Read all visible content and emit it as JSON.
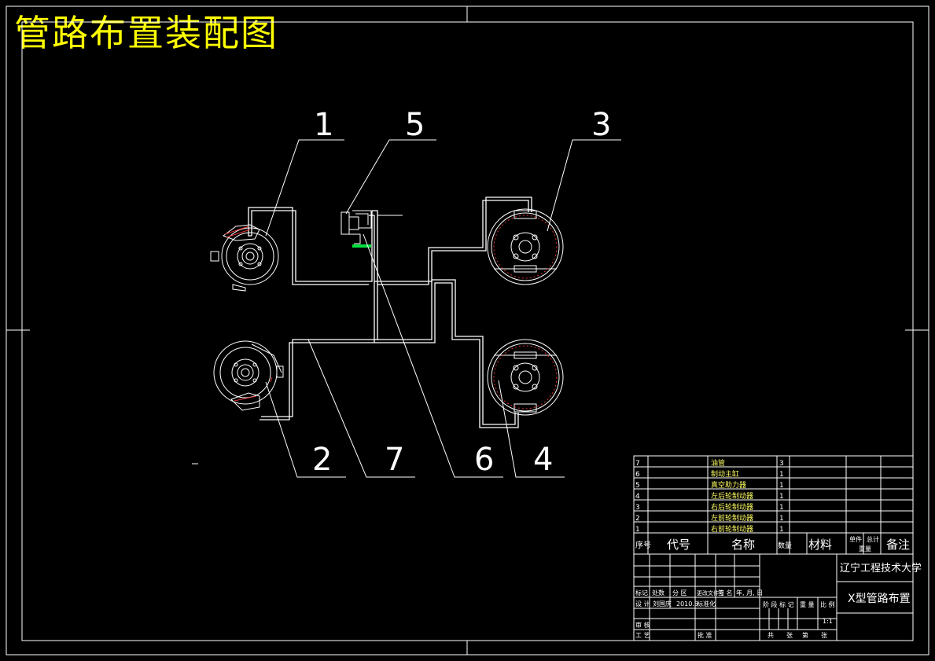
{
  "drawing_title": "管路布置装配图",
  "callouts": [
    "1",
    "2",
    "3",
    "4",
    "5",
    "6",
    "7"
  ],
  "parts_list": {
    "rows": [
      {
        "no": "7",
        "name": "油管",
        "qty": "3"
      },
      {
        "no": "6",
        "name": "制动主缸",
        "qty": "1"
      },
      {
        "no": "5",
        "name": "真空助力器",
        "qty": "1"
      },
      {
        "no": "4",
        "name": "左后轮制动器",
        "qty": "1"
      },
      {
        "no": "3",
        "name": "右后轮制动器",
        "qty": "1"
      },
      {
        "no": "2",
        "name": "左前轮制动器",
        "qty": "1"
      },
      {
        "no": "1",
        "name": "右前轮制动器",
        "qty": "1"
      }
    ],
    "header": {
      "seq": "序号",
      "code": "代号",
      "name": "名称",
      "qty": "数量",
      "material": "材料",
      "unit_weight": "单件",
      "total_weight": "总计",
      "weight": "重量",
      "remark": "备注"
    }
  },
  "title_block": {
    "school": "辽宁工程技术大学",
    "drawing_name": "X型管路布置",
    "rev_row": [
      "标记",
      "处数",
      "分 区",
      "更改文件号",
      "签 名",
      "年, 月, 日"
    ],
    "design_label": "设 计",
    "designer": "刘国庆",
    "design_date": "2010.5",
    "std_label": "标准化",
    "review_label": "审 核",
    "process_label": "工 艺",
    "approve_label": "批 准",
    "stage_labels": [
      "阶 段 标 记",
      "重 量",
      "比 例"
    ],
    "scale": "1:1",
    "sheet_labels": [
      "共",
      "张",
      "第",
      "张"
    ]
  }
}
